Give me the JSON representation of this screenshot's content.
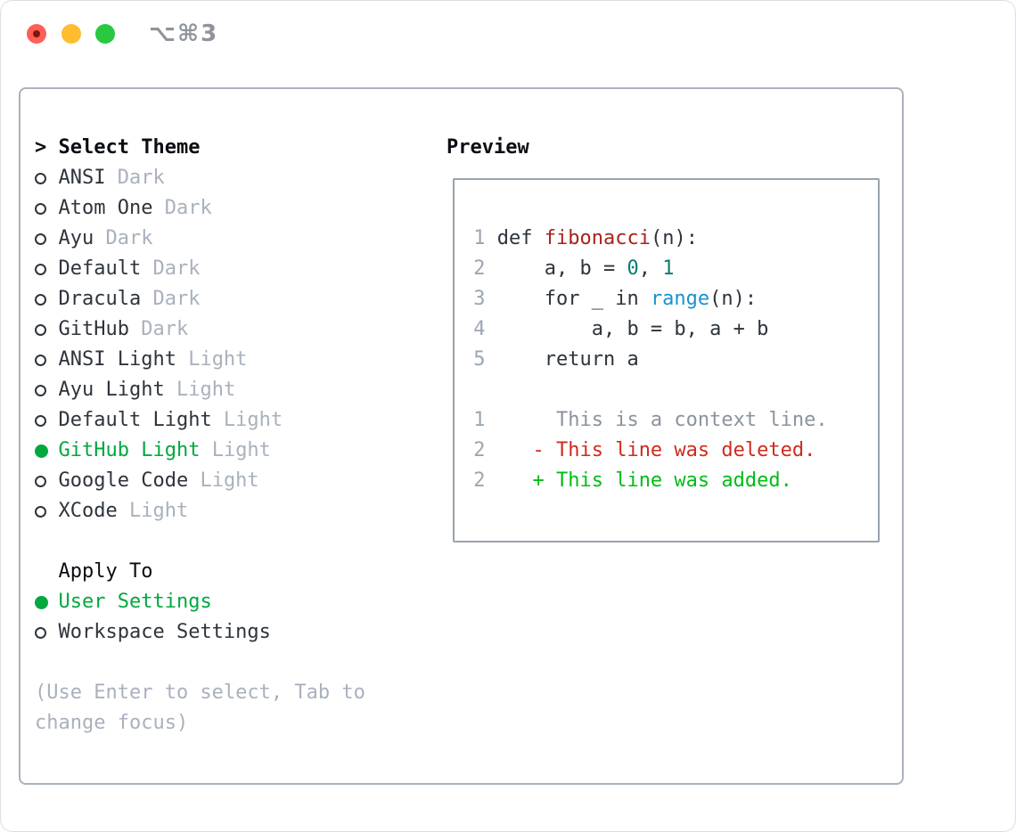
{
  "window": {
    "shortcut": "⌥⌘3",
    "traffic_lights": [
      "close",
      "minimize",
      "zoom"
    ]
  },
  "colors": {
    "accent_green": "#00a83f",
    "diff_add_green": "#00bd16",
    "diff_del_red": "#cd2c1c",
    "function_red": "#a8231a",
    "number_teal": "#0a7b72",
    "call_blue": "#1793cf",
    "code_charcoal": "#2e343c",
    "muted_gray": "#a9b1bd",
    "line_number_gray": "#9ba6b2",
    "context_gray": "#8b939c",
    "heading_black": "#0a0d12",
    "panel_border": "#a9b2bc",
    "box_border": "#9aa3ad",
    "titlebar_gray": "#8f949b",
    "light_red": "#ff5f57",
    "light_yellow": "#febc2e",
    "light_green": "#28c840",
    "light_red_dot": "#7d160e"
  },
  "theme_picker": {
    "prompt": "> ",
    "heading": "Select Theme",
    "items": [
      {
        "name": "ANSI",
        "variant": "Dark",
        "selected": false
      },
      {
        "name": "Atom One",
        "variant": "Dark",
        "selected": false
      },
      {
        "name": "Ayu",
        "variant": "Dark",
        "selected": false
      },
      {
        "name": "Default",
        "variant": "Dark",
        "selected": false
      },
      {
        "name": "Dracula",
        "variant": "Dark",
        "selected": false
      },
      {
        "name": "GitHub",
        "variant": "Dark",
        "selected": false
      },
      {
        "name": "ANSI Light",
        "variant": "Light",
        "selected": false
      },
      {
        "name": "Ayu Light",
        "variant": "Light",
        "selected": false
      },
      {
        "name": "Default Light",
        "variant": "Light",
        "selected": false
      },
      {
        "name": "GitHub Light",
        "variant": "Light",
        "selected": true
      },
      {
        "name": "Google Code",
        "variant": "Light",
        "selected": false
      },
      {
        "name": "XCode",
        "variant": "Light",
        "selected": false
      }
    ],
    "apply_to": {
      "heading": "Apply To",
      "options": [
        {
          "label": "User Settings",
          "selected": true
        },
        {
          "label": "Workspace Settings",
          "selected": false
        }
      ]
    },
    "hint_lines": [
      "(Use Enter to select, Tab to",
      "change focus)"
    ]
  },
  "preview": {
    "heading": "Preview",
    "code_lines": [
      [
        {
          "t": " 1 ",
          "s": "ln"
        },
        {
          "t": "def ",
          "s": "code"
        },
        {
          "t": "fibonacci",
          "s": "fn"
        },
        {
          "t": "(n):",
          "s": "code"
        }
      ],
      [
        {
          "t": " 2 ",
          "s": "ln"
        },
        {
          "t": "    a, b = ",
          "s": "code"
        },
        {
          "t": "0",
          "s": "num"
        },
        {
          "t": ", ",
          "s": "code"
        },
        {
          "t": "1",
          "s": "num"
        }
      ],
      [
        {
          "t": " 3 ",
          "s": "ln"
        },
        {
          "t": "    for _ in ",
          "s": "code"
        },
        {
          "t": "range",
          "s": "call"
        },
        {
          "t": "(n):",
          "s": "code"
        }
      ],
      [
        {
          "t": " 4 ",
          "s": "ln"
        },
        {
          "t": "        a, b = b, a + b",
          "s": "code"
        }
      ],
      [
        {
          "t": " 5 ",
          "s": "ln"
        },
        {
          "t": "    return a",
          "s": "code"
        }
      ],
      [],
      [
        {
          "t": " 1 ",
          "s": "ln"
        },
        {
          "t": "     This is a context line.",
          "s": "ctx"
        }
      ],
      [
        {
          "t": " 2 ",
          "s": "ln"
        },
        {
          "t": "   - This line was deleted.",
          "s": "del"
        }
      ],
      [
        {
          "t": " 2 ",
          "s": "ln"
        },
        {
          "t": "   + This line was added.",
          "s": "add"
        }
      ]
    ]
  }
}
